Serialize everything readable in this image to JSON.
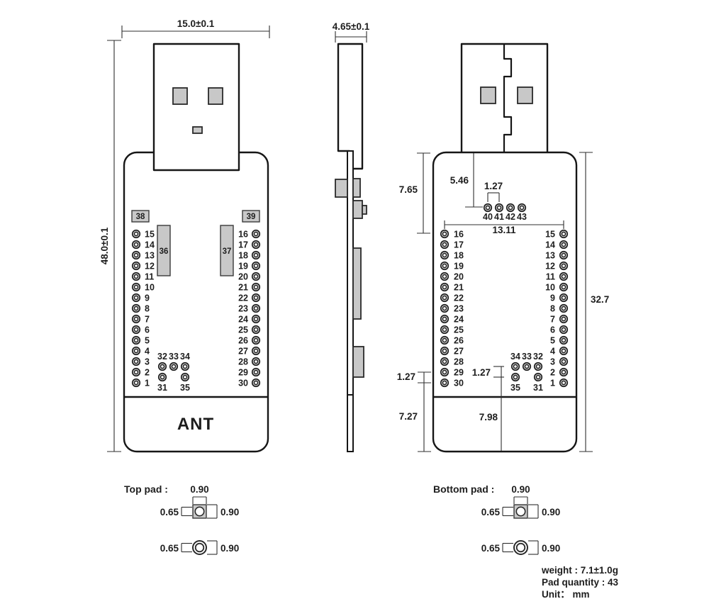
{
  "colors": {
    "line": "#161616",
    "component_gray": "#c8c8c8",
    "background": "#ffffff"
  },
  "front_view": {
    "width_dim": "15.0±0.1",
    "height_dim": "48.0±0.1",
    "ant_label": "ANT",
    "pad38": "38",
    "pad39": "39",
    "pad36": "36",
    "pad37": "37",
    "left_pins": [
      "15",
      "14",
      "13",
      "12",
      "11",
      "10",
      "9",
      "8",
      "7",
      "6",
      "5",
      "4",
      "3",
      "2",
      "1"
    ],
    "right_pins": [
      "16",
      "17",
      "18",
      "19",
      "20",
      "21",
      "22",
      "23",
      "24",
      "25",
      "26",
      "27",
      "28",
      "29",
      "30"
    ],
    "cluster_top": [
      "32",
      "33",
      "34"
    ],
    "cluster_bottom": [
      "31",
      "35"
    ]
  },
  "side_view": {
    "width_dim": "4.65±0.1"
  },
  "back_view": {
    "dims": {
      "d7_65": "7.65",
      "d5_46": "5.46",
      "d1_27_top": "1.27",
      "d13_11": "13.11",
      "d32_7": "32.7",
      "d1_27_left": "1.27",
      "d7_27": "7.27",
      "d1_27_inner": "1.27",
      "d7_98": "7.98"
    },
    "top_pins": [
      "40",
      "41",
      "42",
      "43"
    ],
    "left_pins": [
      "16",
      "17",
      "18",
      "19",
      "20",
      "21",
      "22",
      "23",
      "24",
      "25",
      "26",
      "27",
      "28",
      "29",
      "30"
    ],
    "right_pins": [
      "15",
      "14",
      "13",
      "12",
      "11",
      "10",
      "9",
      "8",
      "7",
      "6",
      "5",
      "4",
      "3",
      "2",
      "1"
    ],
    "cluster_top": [
      "34",
      "33",
      "32"
    ],
    "cluster_bottom": [
      "35",
      "31"
    ]
  },
  "pad_details": {
    "top_label": "Top pad :",
    "bottom_label": "Bottom pad :",
    "dims": {
      "width": "0.90",
      "hole": "0.65",
      "height": "0.90"
    }
  },
  "footer": {
    "weight": "weight : 7.1±1.0g",
    "pad_quantity": "Pad quantity : 43",
    "unit": "Unit：  mm"
  }
}
